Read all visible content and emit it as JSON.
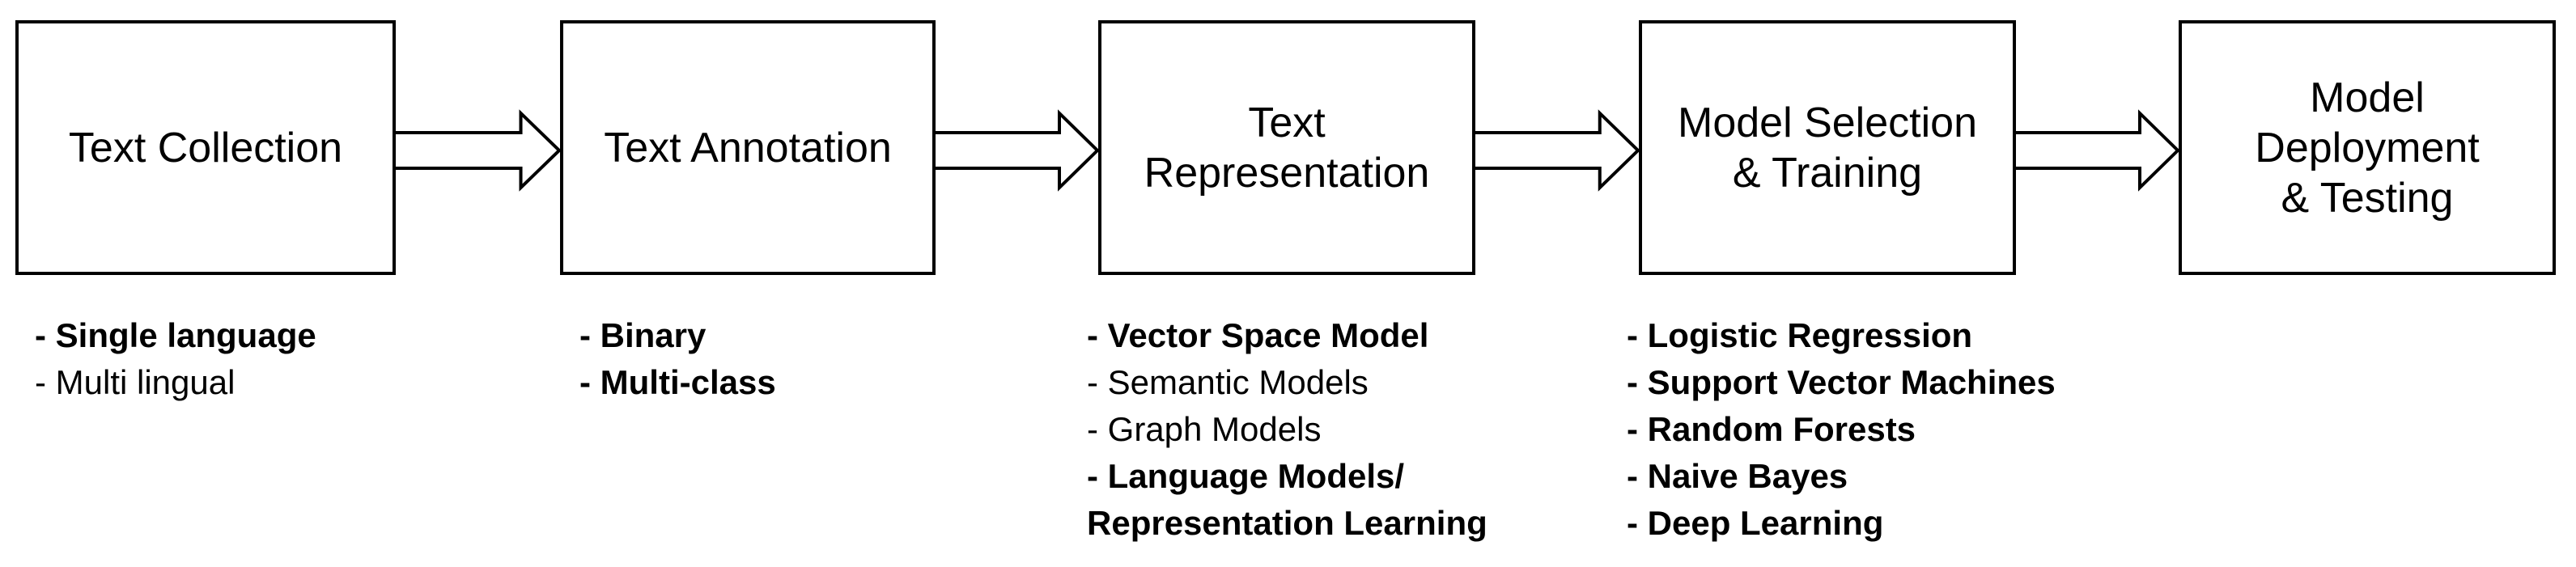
{
  "colors": {
    "background": "#ffffff",
    "stroke": "#000000",
    "text": "#000000"
  },
  "icons": {
    "flow_arrow": "block-arrow-right"
  },
  "diagram": {
    "stages": [
      {
        "title": "Text Collection",
        "items": [
          {
            "text": "- Single language",
            "bold": true
          },
          {
            "text": "- Multi lingual",
            "bold": false
          }
        ]
      },
      {
        "title": "Text Annotation",
        "items": [
          {
            "text": "- Binary",
            "bold": true
          },
          {
            "text": "- Multi-class",
            "bold": true
          }
        ]
      },
      {
        "title": "Text\nRepresentation",
        "items": [
          {
            "text": "- Vector Space Model",
            "bold": true
          },
          {
            "text": "- Semantic Models",
            "bold": false
          },
          {
            "text": "- Graph Models",
            "bold": false
          },
          {
            "text": "- Language Models/",
            "bold": true
          },
          {
            "text": "Representation Learning",
            "bold": true
          }
        ]
      },
      {
        "title": "Model Selection\n& Training",
        "items": [
          {
            "text": "- Logistic Regression",
            "bold": true
          },
          {
            "text": "- Support Vector Machines",
            "bold": true
          },
          {
            "text": "- Random Forests",
            "bold": true
          },
          {
            "text": "- Naive Bayes",
            "bold": true
          },
          {
            "text": "- Deep Learning",
            "bold": true
          }
        ]
      },
      {
        "title": "Model\nDeployment\n& Testing",
        "items": []
      }
    ]
  }
}
